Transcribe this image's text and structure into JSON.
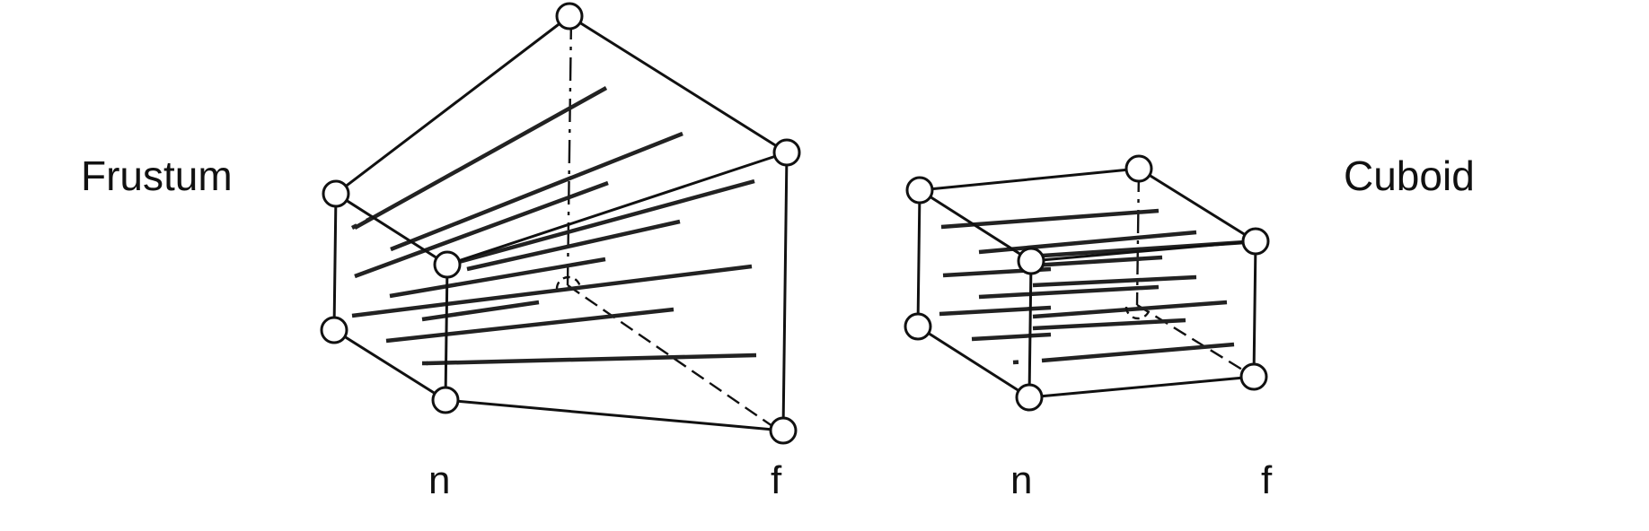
{
  "labels": {
    "frustum": "Frustum",
    "cuboid": "Cuboid",
    "frustum_near": "n",
    "frustum_far": "f",
    "cuboid_near": "n",
    "cuboid_far": "f"
  },
  "colors": {
    "stroke": "#111111",
    "vertex_fill": "#ffffff",
    "background": "#ffffff"
  }
}
